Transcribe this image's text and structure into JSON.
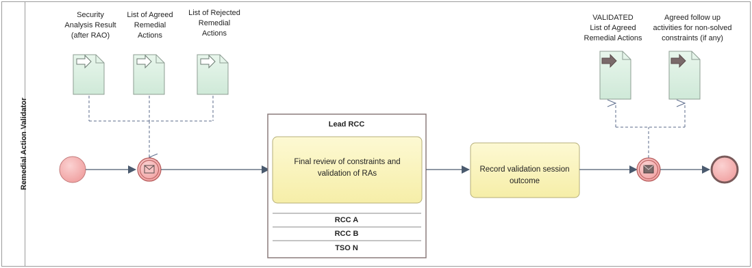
{
  "lane": {
    "title": "Remedial Action Validator"
  },
  "input_documents": [
    {
      "label_lines": [
        "Security",
        "Analysis Result",
        "(after RAO)"
      ]
    },
    {
      "label_lines": [
        "List of Agreed",
        "Remedial",
        "Actions"
      ]
    },
    {
      "label_lines": [
        "List of Rejected",
        "Remedial",
        "Actions"
      ]
    }
  ],
  "output_documents": [
    {
      "label_lines": [
        "VALIDATED",
        "List of Agreed",
        "Remedial Actions"
      ]
    },
    {
      "label_lines": [
        "Agreed follow up",
        "activities for non-solved",
        "constraints (if any)"
      ]
    }
  ],
  "pool": {
    "title": "Lead RCC",
    "task": {
      "lines": [
        "Final review of constraints and",
        "validation of RAs"
      ]
    },
    "participants": [
      "RCC A",
      "RCC B",
      "TSO N"
    ]
  },
  "record_task": {
    "lines": [
      "Record validation session",
      "outcome"
    ]
  },
  "colors": {
    "frame": "#9a9a9a",
    "event_fill": "#f4b6b6",
    "event_stroke": "#b55a5a",
    "task_fill": "#fbf6c6",
    "task_stroke": "#b5ae78",
    "doc_fill": "#dff1e6",
    "doc_stroke": "#8c9c92",
    "flow": "#4a5a6e",
    "assoc": "#5a6a8a"
  }
}
